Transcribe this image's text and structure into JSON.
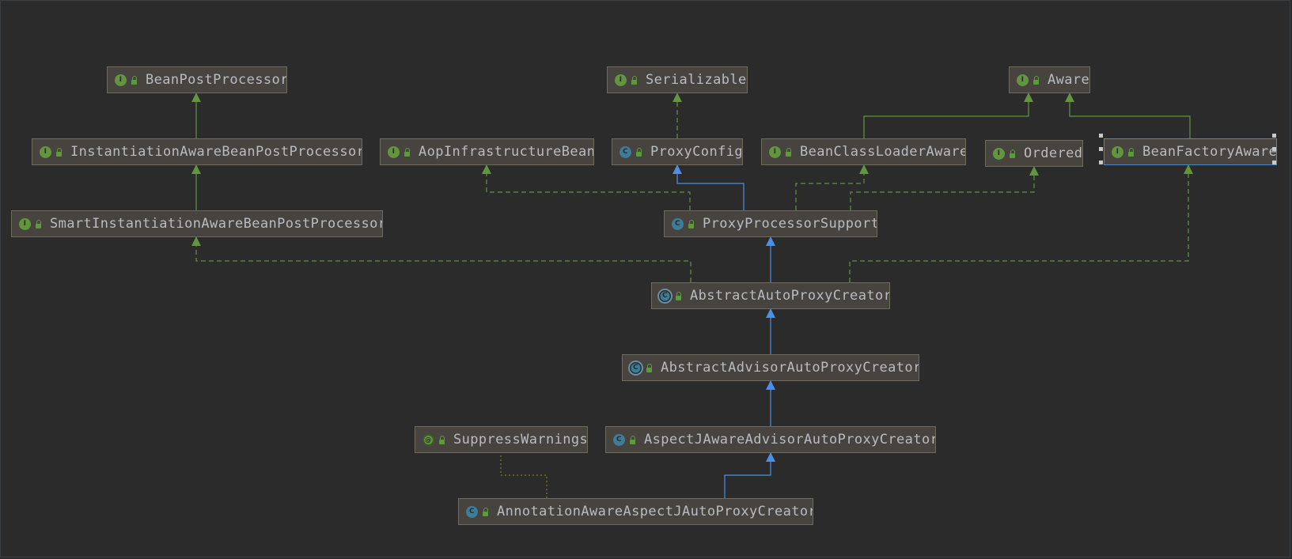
{
  "diagram": {
    "nodes": [
      {
        "id": "bpp",
        "label": "BeanPostProcessor",
        "kind": "interface"
      },
      {
        "id": "ser",
        "label": "Serializable",
        "kind": "interface"
      },
      {
        "id": "aware",
        "label": "Aware",
        "kind": "interface"
      },
      {
        "id": "iabpp",
        "label": "InstantiationAwareBeanPostProcessor",
        "kind": "interface"
      },
      {
        "id": "aib",
        "label": "AopInfrastructureBean",
        "kind": "interface"
      },
      {
        "id": "pc",
        "label": "ProxyConfig",
        "kind": "class"
      },
      {
        "id": "bcla",
        "label": "BeanClassLoaderAware",
        "kind": "interface"
      },
      {
        "id": "ord",
        "label": "Ordered",
        "kind": "interface"
      },
      {
        "id": "bfa",
        "label": "BeanFactoryAware",
        "kind": "interface",
        "selected": true
      },
      {
        "id": "siabpp",
        "label": "SmartInstantiationAwareBeanPostProcessor",
        "kind": "interface"
      },
      {
        "id": "pps",
        "label": "ProxyProcessorSupport",
        "kind": "class"
      },
      {
        "id": "aapc",
        "label": "AbstractAutoProxyCreator",
        "kind": "abstract"
      },
      {
        "id": "aaapc",
        "label": "AbstractAdvisorAutoProxyCreator",
        "kind": "abstract"
      },
      {
        "id": "sw",
        "label": "SuppressWarnings",
        "kind": "annotation"
      },
      {
        "id": "ajaapc",
        "label": "AspectJAwareAdvisorAutoProxyCreator",
        "kind": "class"
      },
      {
        "id": "aaajapc",
        "label": "AnnotationAwareAspectJAutoProxyCreator",
        "kind": "class"
      }
    ],
    "relations": [
      {
        "from": "iabpp",
        "to": "bpp",
        "type": "extends-interface"
      },
      {
        "from": "siabpp",
        "to": "iabpp",
        "type": "extends-interface"
      },
      {
        "from": "pc",
        "to": "ser",
        "type": "implements"
      },
      {
        "from": "bcla",
        "to": "aware",
        "type": "extends-interface"
      },
      {
        "from": "bfa",
        "to": "aware",
        "type": "extends-interface"
      },
      {
        "from": "pps",
        "to": "pc",
        "type": "extends-class"
      },
      {
        "from": "pps",
        "to": "aib",
        "type": "implements"
      },
      {
        "from": "pps",
        "to": "bcla",
        "type": "implements"
      },
      {
        "from": "pps",
        "to": "ord",
        "type": "implements"
      },
      {
        "from": "aapc",
        "to": "pps",
        "type": "extends-class"
      },
      {
        "from": "aapc",
        "to": "siabpp",
        "type": "implements"
      },
      {
        "from": "aapc",
        "to": "bfa",
        "type": "implements"
      },
      {
        "from": "aaapc",
        "to": "aapc",
        "type": "extends-class"
      },
      {
        "from": "ajaapc",
        "to": "aaapc",
        "type": "extends-class"
      },
      {
        "from": "aaajapc",
        "to": "ajaapc",
        "type": "extends-class"
      },
      {
        "from": "aaajapc",
        "to": "sw",
        "type": "annotated-by"
      }
    ],
    "colors": {
      "background": "#2b2b2b",
      "node_fill": "#474440",
      "node_border": "#6e6a5e",
      "node_text": "#b8bcc0",
      "selected_border": "#4a88c7",
      "interface_line": "#62953f",
      "class_line": "#4e8fe6",
      "annotation_line": "#7f7a23"
    }
  }
}
